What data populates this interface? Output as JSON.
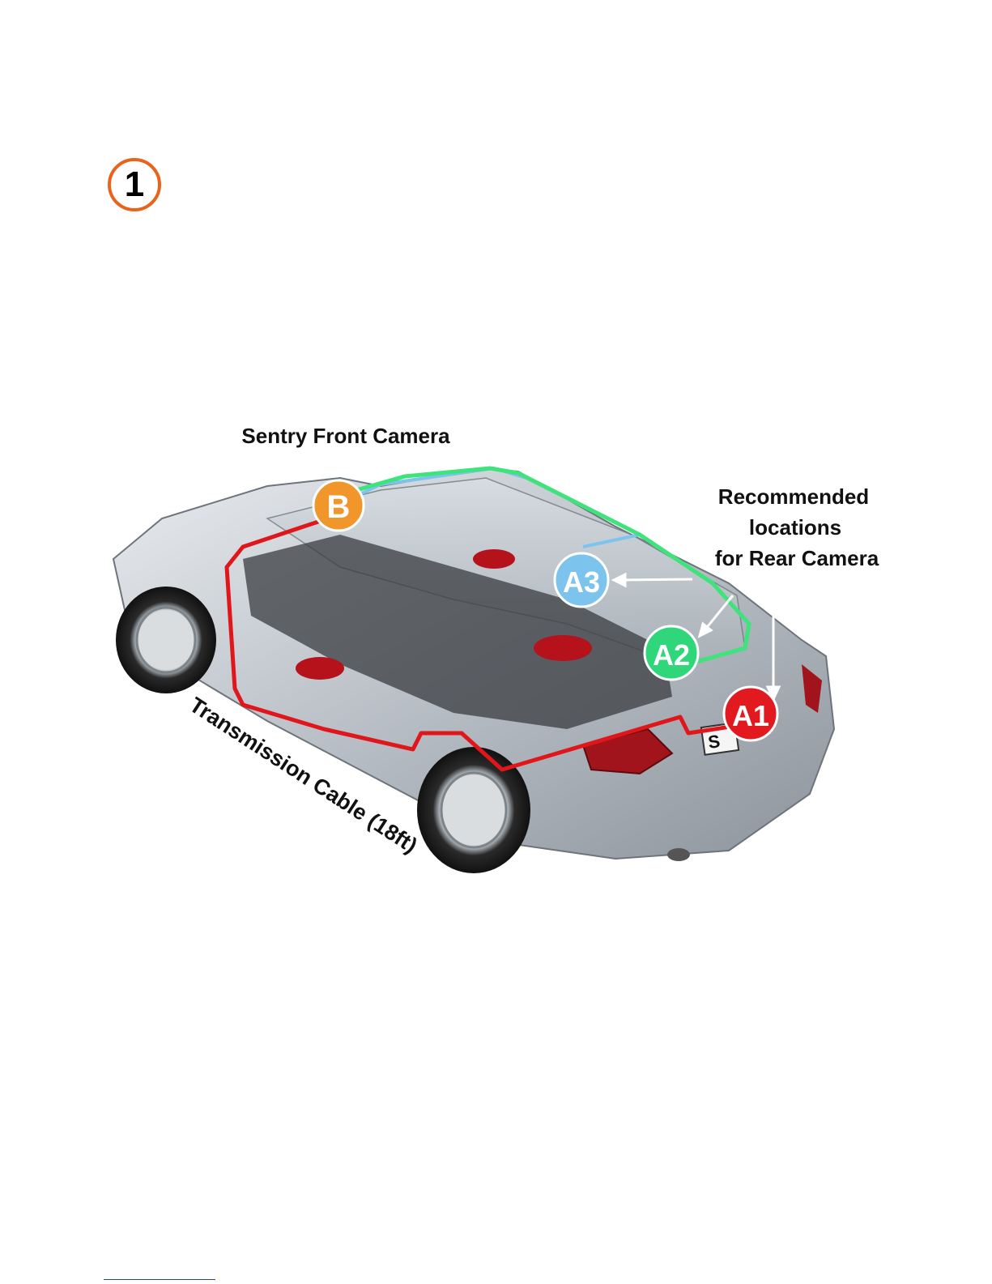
{
  "step": {
    "number": "1",
    "color": "#e8641c"
  },
  "labels": {
    "front_camera": "Sentry Front Camera",
    "rear_locations": [
      "Recommended",
      "locations",
      "for Rear Camera"
    ],
    "cable": "Transmission Cable (18ft)"
  },
  "markers": {
    "b": {
      "text": "B",
      "color": "#f0962a"
    },
    "a1": {
      "text": "A1",
      "color": "#e21a1f"
    },
    "a2": {
      "text": "A2",
      "color": "#2fd67a"
    },
    "a3": {
      "text": "A3",
      "color": "#7cc3ee"
    }
  },
  "routes": {
    "cable_color": "#e0161b",
    "a2_route_color": "#3ee37c",
    "a3_route_color": "#7cc3ee"
  },
  "plate": {
    "text": "S"
  }
}
